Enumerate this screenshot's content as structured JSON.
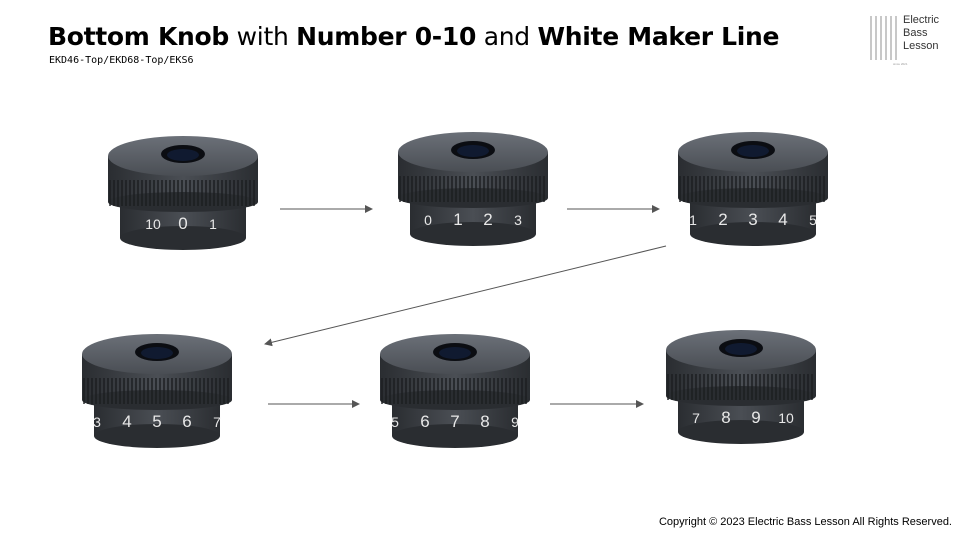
{
  "title": {
    "part1": "Bottom Knob",
    "part2": " with ",
    "part3": "Number 0-10",
    "part4": " and ",
    "part5": "White Maker Line"
  },
  "subtitle": "EKD46-Top/EKD68-Top/EKS6",
  "logo": {
    "line1": "Electric",
    "line2": "Bass",
    "line3": "Lesson",
    "since": "since 2021"
  },
  "knobs": [
    {
      "name": "knob-photo-1",
      "digits": [
        "10",
        "0",
        "1"
      ]
    },
    {
      "name": "knob-photo-2",
      "digits": [
        "0",
        "1",
        "2",
        "3"
      ]
    },
    {
      "name": "knob-photo-3",
      "digits": [
        "1",
        "2",
        "3",
        "4",
        "5"
      ]
    },
    {
      "name": "knob-photo-4",
      "digits": [
        "3",
        "4",
        "5",
        "6",
        "7"
      ]
    },
    {
      "name": "knob-photo-5",
      "digits": [
        "5",
        "6",
        "7",
        "8",
        "9"
      ]
    },
    {
      "name": "knob-photo-6",
      "digits": [
        "7",
        "8",
        "9",
        "10"
      ]
    }
  ],
  "colors": {
    "knob_dark": "#2a2d31",
    "knob_mid": "#4a4e54",
    "knob_light": "#6b7078",
    "arrow": "#555555"
  },
  "footer": "Copyright © 2023 Electric Bass Lesson All Rights Reserved."
}
